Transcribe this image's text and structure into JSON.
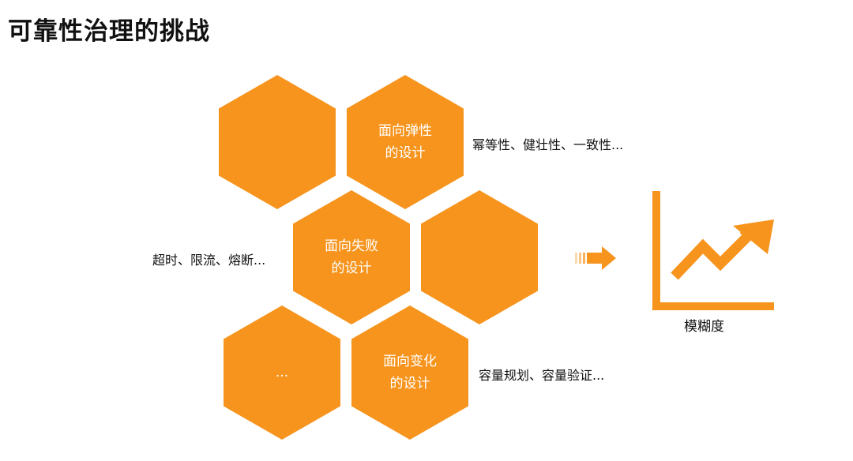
{
  "title": "可靠性治理的挑战",
  "colors": {
    "accent": "#f7941d"
  },
  "hexagons": [
    {
      "lines": [
        "",
        ""
      ]
    },
    {
      "lines": [
        "面向弹性",
        "的设计"
      ]
    },
    {
      "lines": [
        "面向失败",
        "的设计"
      ]
    },
    {
      "lines": [
        "",
        ""
      ]
    },
    {
      "lines": [
        "...",
        ""
      ]
    },
    {
      "lines": [
        "面向变化",
        "的设计"
      ]
    }
  ],
  "notes": {
    "elastic": "幂等性、健壮性、一致性...",
    "failure": "超时、限流、熔断...",
    "change": "容量规划、容量验证..."
  },
  "chart_caption": "模糊度",
  "icons": {
    "arrow": "right-arrow-icon",
    "trend": "trend-up-chart-icon"
  }
}
